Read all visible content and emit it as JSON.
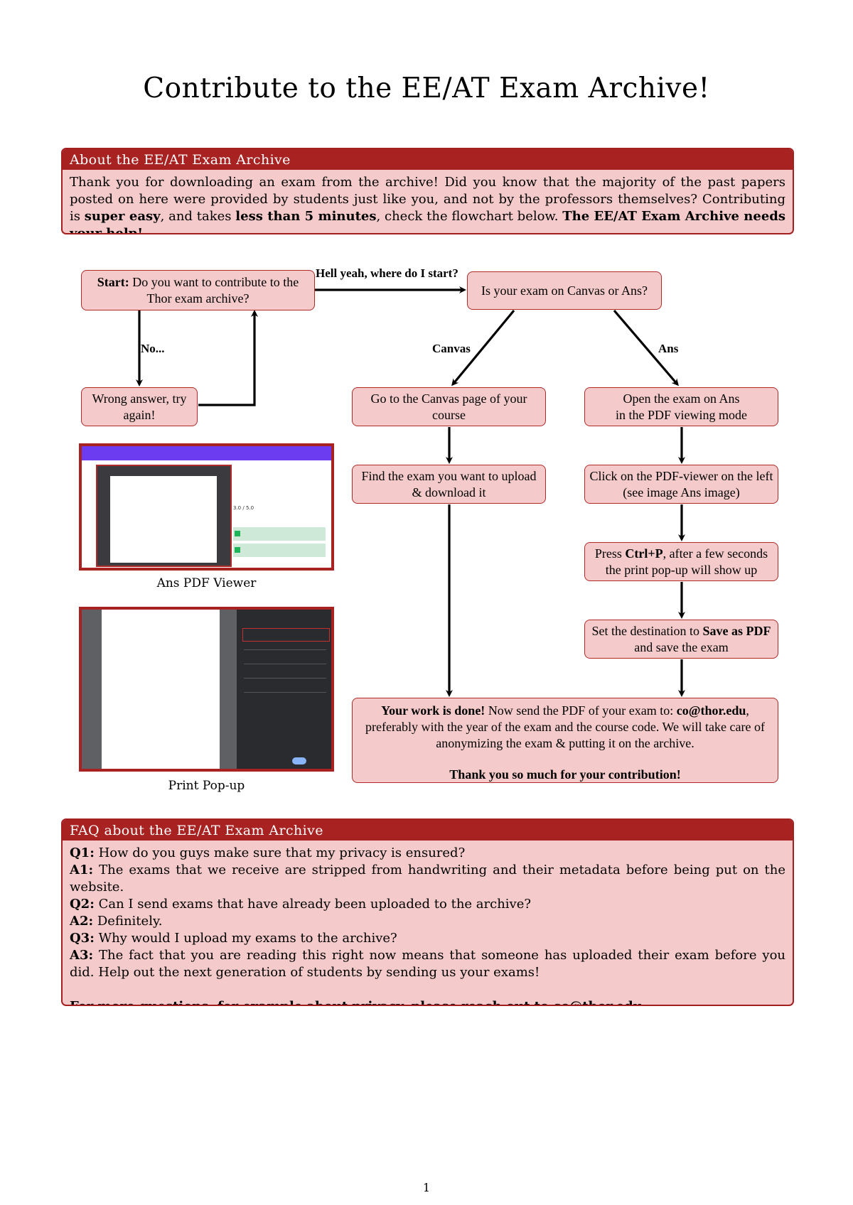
{
  "title": "Contribute to the EE/AT Exam Archive!",
  "about": {
    "heading": "About the EE/AT Exam Archive",
    "p1": "Thank you for downloading an exam from the archive! Did you know that the majority of the past papers posted on here were provided by students just like you, and not by the professors themselves? Contributing is ",
    "bold1": "super easy",
    "p2": ", and takes ",
    "bold2": "less than 5 minutes",
    "p3": ", check the flowchart below. ",
    "bold3": "The EE/AT Exam Archive needs your help!"
  },
  "flow": {
    "start_bold": "Start:",
    "start_text": " Do you want to contribute to the Thor exam archive?",
    "label_yes": "Hell yeah, where do I start?",
    "label_no": "No...",
    "wrong": "Wrong answer, try again!",
    "question": "Is your exam on Canvas or Ans?",
    "label_canvas": "Canvas",
    "label_ans": "Ans",
    "canvas1": "Go to the Canvas page of your course",
    "canvas2": "Find the exam you want to upload & download it",
    "ans1_line1": "Open the exam on Ans",
    "ans1_line2": "in the PDF viewing mode",
    "ans2": "Click on the PDF-viewer on the left (see image Ans image)",
    "ans3_pre": "Press ",
    "ans3_bold": "Ctrl+P",
    "ans3_post": ", after a few seconds the print pop-up will show up",
    "ans4_pre": "Set the destination to ",
    "ans4_bold": "Save as PDF",
    "ans4_post": " and save the exam",
    "done_bold": "Your work is done!",
    "done_text": " Now send the PDF of your exam to: ",
    "done_email": "co@thor.edu",
    "done_text2": ", preferably with the year of the exam and the course code. We will take care of anonymizing the exam & putting it on the archive.",
    "done_thanks": "Thank you so much for your contribution!"
  },
  "images": {
    "ans_caption": "Ans PDF Viewer",
    "print_caption": "Print Pop-up",
    "ans_score": "3.0 / 5.0"
  },
  "faq": {
    "heading": "FAQ about the EE/AT Exam Archive",
    "q1_label": "Q1:",
    "q1": " How do you guys make sure that my privacy is ensured?",
    "a1_label": "A1:",
    "a1": " The exams that we receive are stripped from handwriting and their metadata before being put on the website.",
    "q2_label": "Q2:",
    "q2": " Can I send exams that have already been uploaded to the archive?",
    "a2_label": "A2:",
    "a2": " Definitely.",
    "q3_label": "Q3:",
    "q3": " Why would I upload my exams to the archive?",
    "a3_label": "A3:",
    "a3": " The fact that you are reading this right now means that someone has uploaded their exam before you did. Help out the next generation of students by sending us your exams!",
    "footer": "For more questions, for example about privacy, please reach out to co@thor.edu."
  },
  "page_number": "1",
  "colors": {
    "accent": "#a82222",
    "box_fill": "#f4caca"
  }
}
